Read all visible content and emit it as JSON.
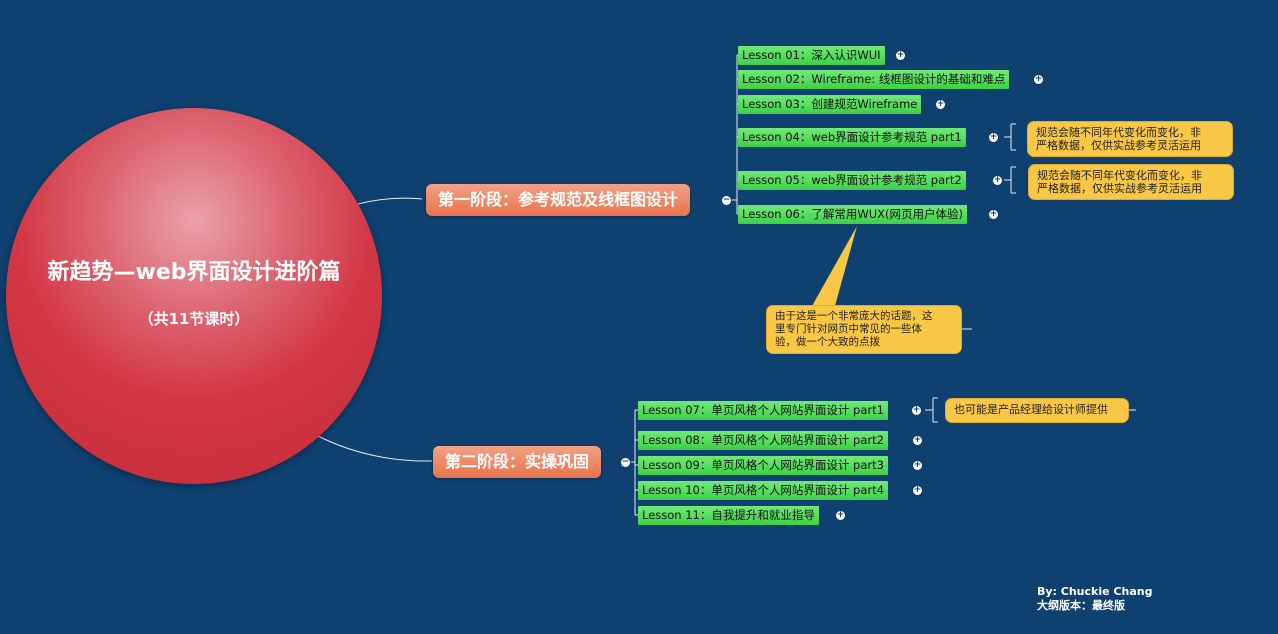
{
  "root": {
    "title": "新趋势—web界面设计进阶篇",
    "subtitle": "（共11节课时）"
  },
  "stages": [
    {
      "label": "第一阶段：参考规范及线框图设计"
    },
    {
      "label": "第二阶段：实操巩固"
    }
  ],
  "lessons": [
    "Lesson 01：深入认识WUI",
    "Lesson 02：Wireframe: 线框图设计的基础和难点",
    "Lesson 03：创建规范Wireframe",
    "Lesson 04：web界面设计参考规范 part1",
    "Lesson 05：web界面设计参考规范  part2",
    "Lesson 06：了解常用WUX(网页用户体验)",
    "Lesson 07：单页风格个人网站界面设计 part1",
    "Lesson 08：单页风格个人网站界面设计 part2",
    "Lesson 09：单页风格个人网站界面设计 part3",
    "Lesson 10：单页风格个人网站界面设计 part4",
    "Lesson 11：自我提升和就业指导"
  ],
  "notes": {
    "part1_line1": "规范会随不同年代变化而变化，非",
    "part1_line2": "严格数据，仅供实战参考灵活运用",
    "part2_line1": "规范会随不同年代变化而变化，非",
    "part2_line2": "严格数据，仅供实战参考灵活运用",
    "wux_line1": "由于这是一个非常庞大的话题，这",
    "wux_line2": "里专门针对网页中常见的一些体",
    "wux_line3": "验，做一个大致的点拨",
    "lesson07": "也可能是产品经理给设计师提供"
  },
  "credit": {
    "by": "By:   Chuckie Chang",
    "version": "大纲版本：最终版"
  },
  "colors": {
    "background": "#0e4170",
    "root": "#d33745",
    "stage": "#e8734d",
    "lesson": "#3cd046",
    "note": "#f9c746"
  },
  "icons": {
    "expand": "plus-icon",
    "collapse": "minus-icon"
  }
}
